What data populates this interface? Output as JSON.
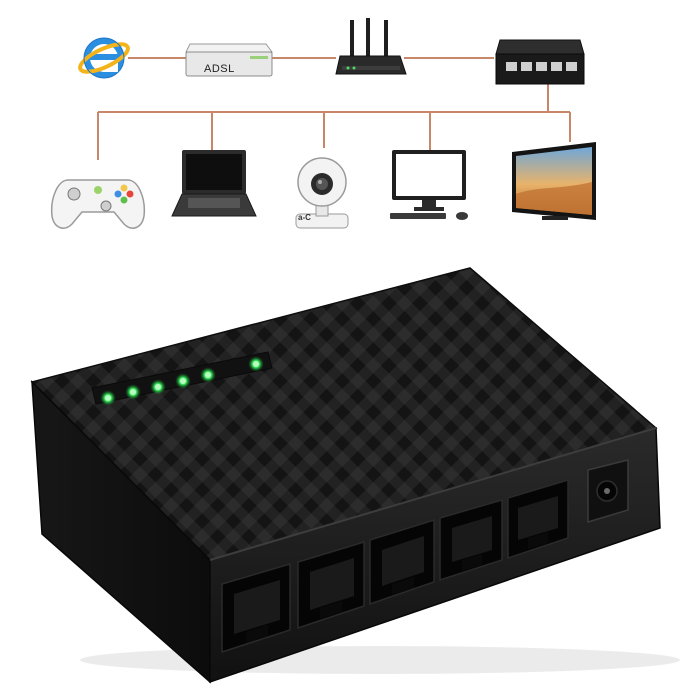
{
  "diagram": {
    "adsl_label": "ADSL",
    "camera_label": "a-C",
    "line_color": "#c9876a",
    "top_row": [
      "internet-explorer-icon",
      "adsl-modem-icon",
      "wifi-router-icon",
      "network-switch-icon"
    ],
    "bottom_row": [
      "game-controller-icon",
      "laptop-icon",
      "ip-camera-icon",
      "desktop-computer-icon",
      "television-icon"
    ]
  },
  "product": {
    "ethernet_ports": 5,
    "led_indicators": 6,
    "led_color": "#35e35a",
    "body_color": "#1c1c1c"
  }
}
